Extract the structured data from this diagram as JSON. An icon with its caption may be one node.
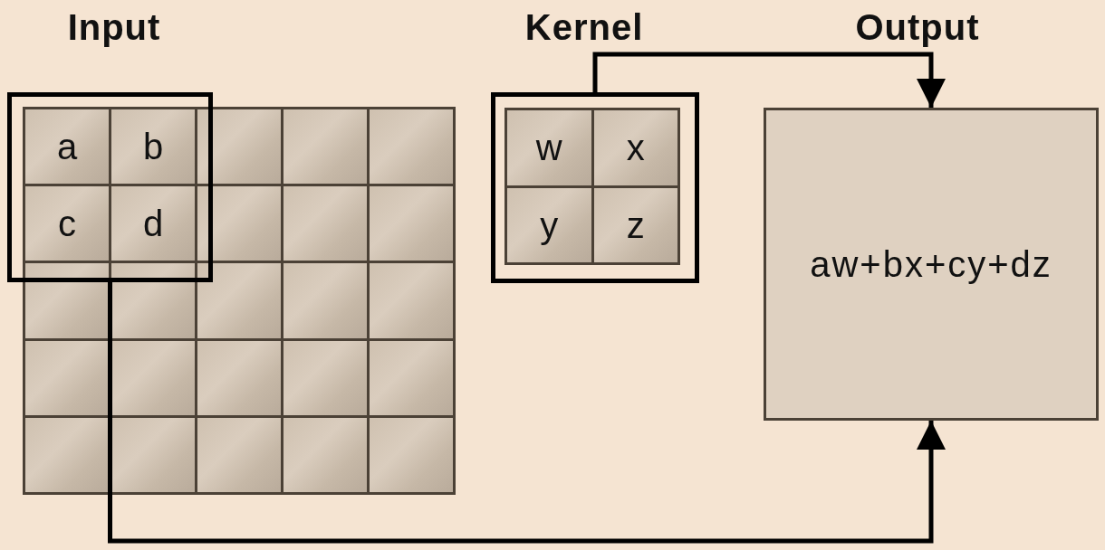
{
  "diagram": {
    "nodes": [
      {
        "text": [
          "Input"
        ]
      },
      {
        "text": [],
        "shape": "box"
      },
      {
        "text": [
          "a"
        ],
        "in": 1
      },
      {
        "text": [
          "b"
        ],
        "in": 1
      },
      {
        "text": [],
        "shape": "box",
        "in": 0
      },
      {
        "text": [],
        "shape": "box",
        "in": 0
      },
      {
        "text": [],
        "shape": "box",
        "in": 0
      },
      {
        "text": [
          "c"
        ],
        "in": 1
      },
      {
        "text": [
          "d"
        ],
        "in": 1
      },
      {
        "text": [],
        "shape": "box",
        "in": 0
      },
      {
        "text": [],
        "shape": "box",
        "in": 0
      },
      {
        "text": [],
        "shape": "box",
        "in": 0
      },
      {
        "text": [],
        "shape": "box",
        "in": 0
      },
      {
        "text": [],
        "shape": "box",
        "in": 0
      },
      {
        "text": [],
        "shape": "box",
        "in": 0
      },
      {
        "text": [],
        "shape": "box",
        "in": 0
      },
      {
        "text": [],
        "shape": "box",
        "in": 0
      },
      {
        "text": [],
        "shape": "box",
        "in": 0
      },
      {
        "text": [],
        "shape": "box",
        "in": 0
      },
      {
        "text": [],
        "shape": "box",
        "in": 0
      },
      {
        "text": [],
        "shape": "box",
        "in": 0
      },
      {
        "text": [],
        "shape": "box",
        "in": 0
      },
      {
        "text": [],
        "shape": "box",
        "in": 0
      },
      {
        "text": [],
        "shape": "box",
        "in": 0
      },
      {
        "text": [],
        "shape": "box",
        "in": 0
      },
      {
        "text": [],
        "shape": "box",
        "in": 0
      },
      {
        "text": [],
        "shape": "box",
        "in": 0
      },
      {
        "text": [
          "Kernel"
        ]
      },
      {
        "text": [
          "w"
        ],
        "in": 27
      },
      {
        "text": [
          "x"
        ],
        "in": 27
      },
      {
        "text": [
          "y"
        ],
        "in": 27
      },
      {
        "text": [
          "z"
        ],
        "in": 27
      },
      {
        "text": [
          "Output",
          "aw+bx+cy+dz"
        ]
      }
    ],
    "edges": [
      {
        "from": 27,
        "to": 32,
        "arrow": "to"
      },
      {
        "from": 1,
        "to": 32,
        "arrow": "to"
      }
    ]
  }
}
